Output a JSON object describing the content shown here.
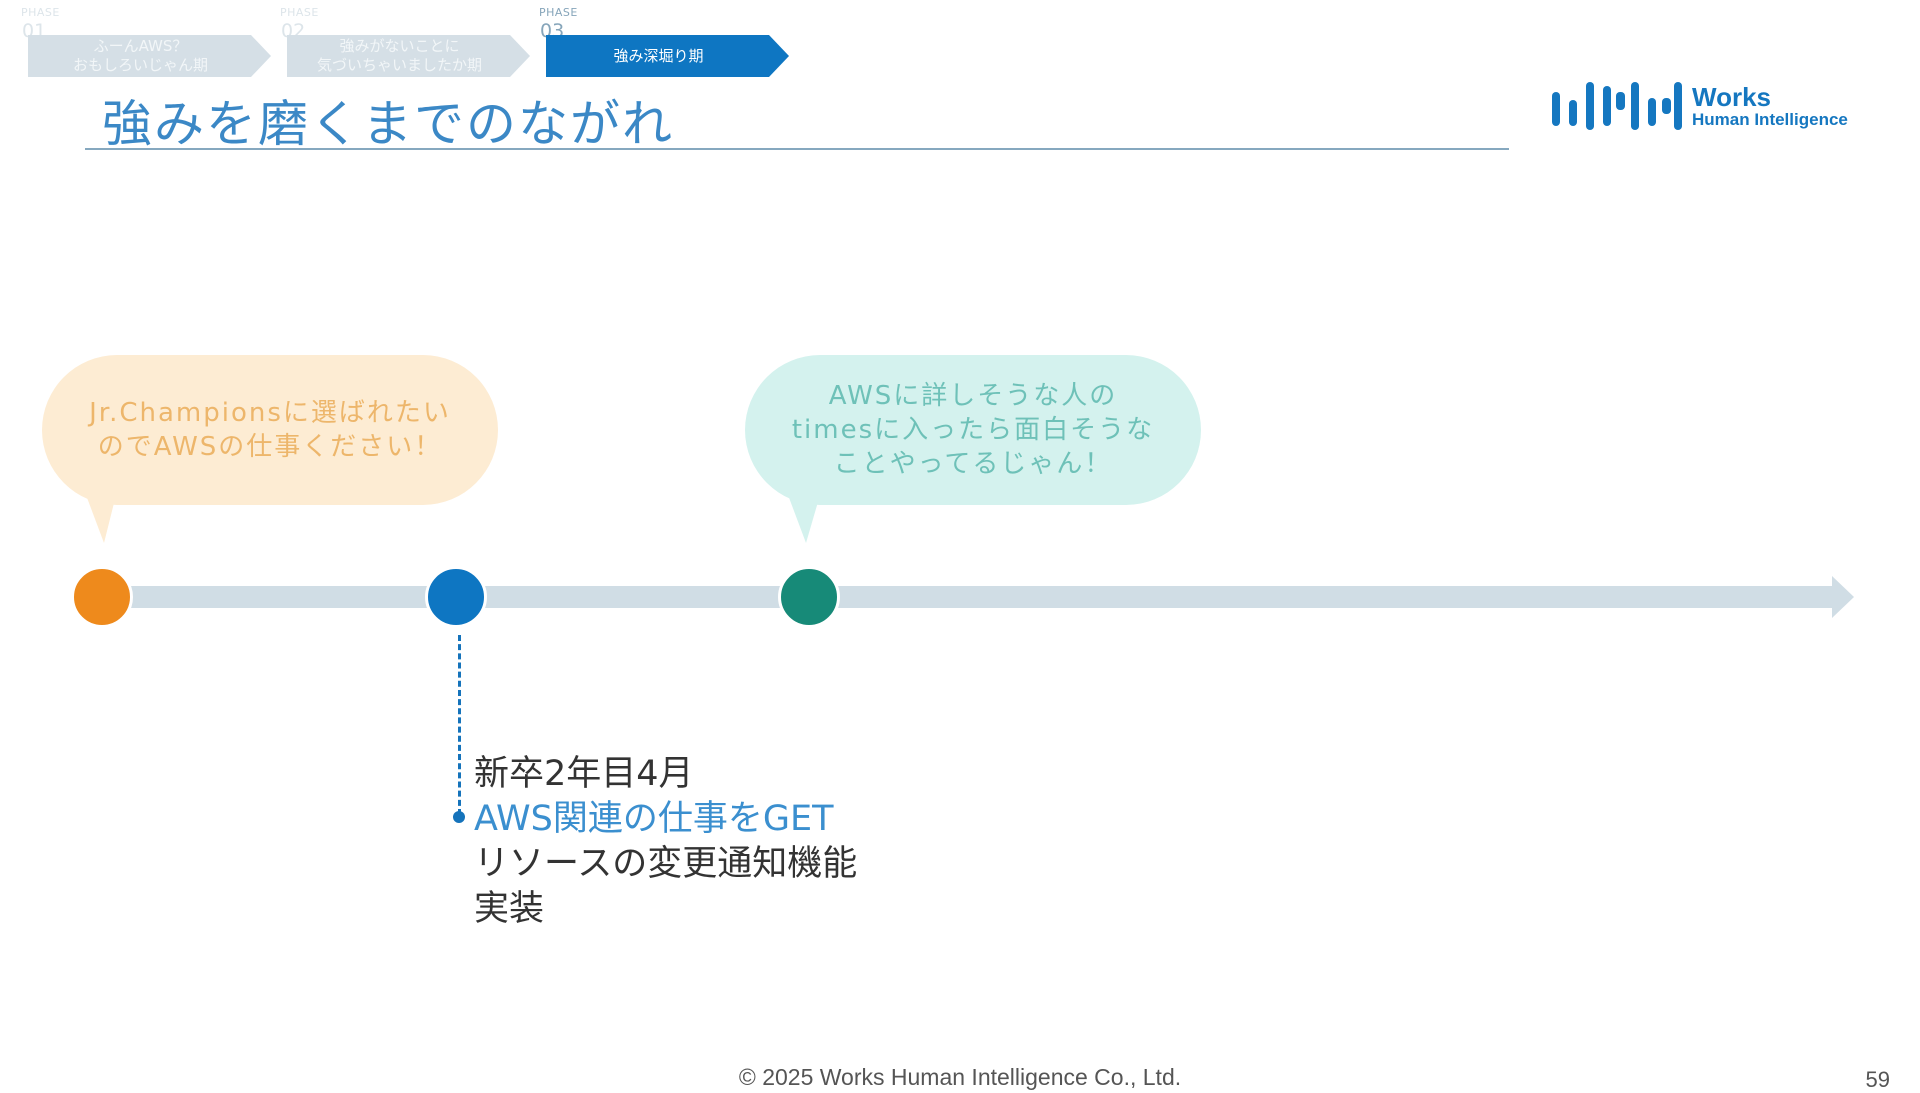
{
  "phases": [
    {
      "label": "PHASE",
      "num": "01",
      "text_line1": "ふーんAWS？",
      "text_line2": "おもしろいじゃん期"
    },
    {
      "label": "PHASE",
      "num": "02",
      "text_line1": "強みがないことに",
      "text_line2": "気づいちゃいましたか期"
    },
    {
      "label": "PHASE",
      "num": "03",
      "text_line1": "強み深堀り期",
      "text_line2": ""
    }
  ],
  "title": "強みを磨くまでのながれ",
  "logo": {
    "word": "Works",
    "sub": "Human Intelligence"
  },
  "bubbles": [
    {
      "line1": "Jr.Championsに選ばれたい",
      "line2": "のでAWSの仕事ください！",
      "line3": ""
    },
    {
      "line1": "AWSに詳しそうな人の",
      "line2": "timesに入ったら面白そうな",
      "line3": "ことやってるじゃん！"
    }
  ],
  "timeline": {
    "node_colors": [
      "#ee8a1c",
      "#0e76c2",
      "#178a78"
    ],
    "bar_color": "#d0dde5"
  },
  "event": {
    "date": "新卒2年目4月",
    "highlight": "AWS関連の仕事をGET",
    "desc_line1": "リソースの変更通知機能",
    "desc_line2": "実装"
  },
  "footer": "© 2025 Works Human Intelligence Co., Ltd.",
  "page_number": "59"
}
